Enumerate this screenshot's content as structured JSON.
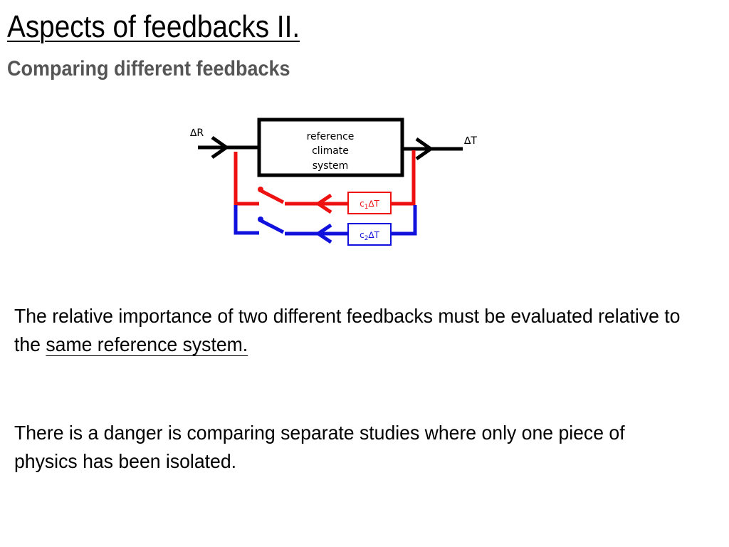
{
  "slide": {
    "title": "Aspects of feedbacks II.",
    "subtitle": "Comparing different feedbacks"
  },
  "diagram": {
    "input_symbol": "∆",
    "input_letter": "R",
    "output_symbol": "∆",
    "output_letter": "T",
    "box_line1": "reference",
    "box_line2": "climate",
    "box_line3": "system",
    "fb1": {
      "c": "c",
      "sub": "1",
      "delta": "∆",
      "t": "T",
      "color": "#ee1111"
    },
    "fb2": {
      "c": "c",
      "sub": "2",
      "delta": "∆",
      "t": "T",
      "color": "#1111dd"
    }
  },
  "text": {
    "para1_start": "The relative importance of two different feedbacks must be evaluated relative to the ",
    "para1_link": "same reference system. ",
    "para2": "There is a danger is comparing separate studies where only one piece of physics has been isolated."
  }
}
